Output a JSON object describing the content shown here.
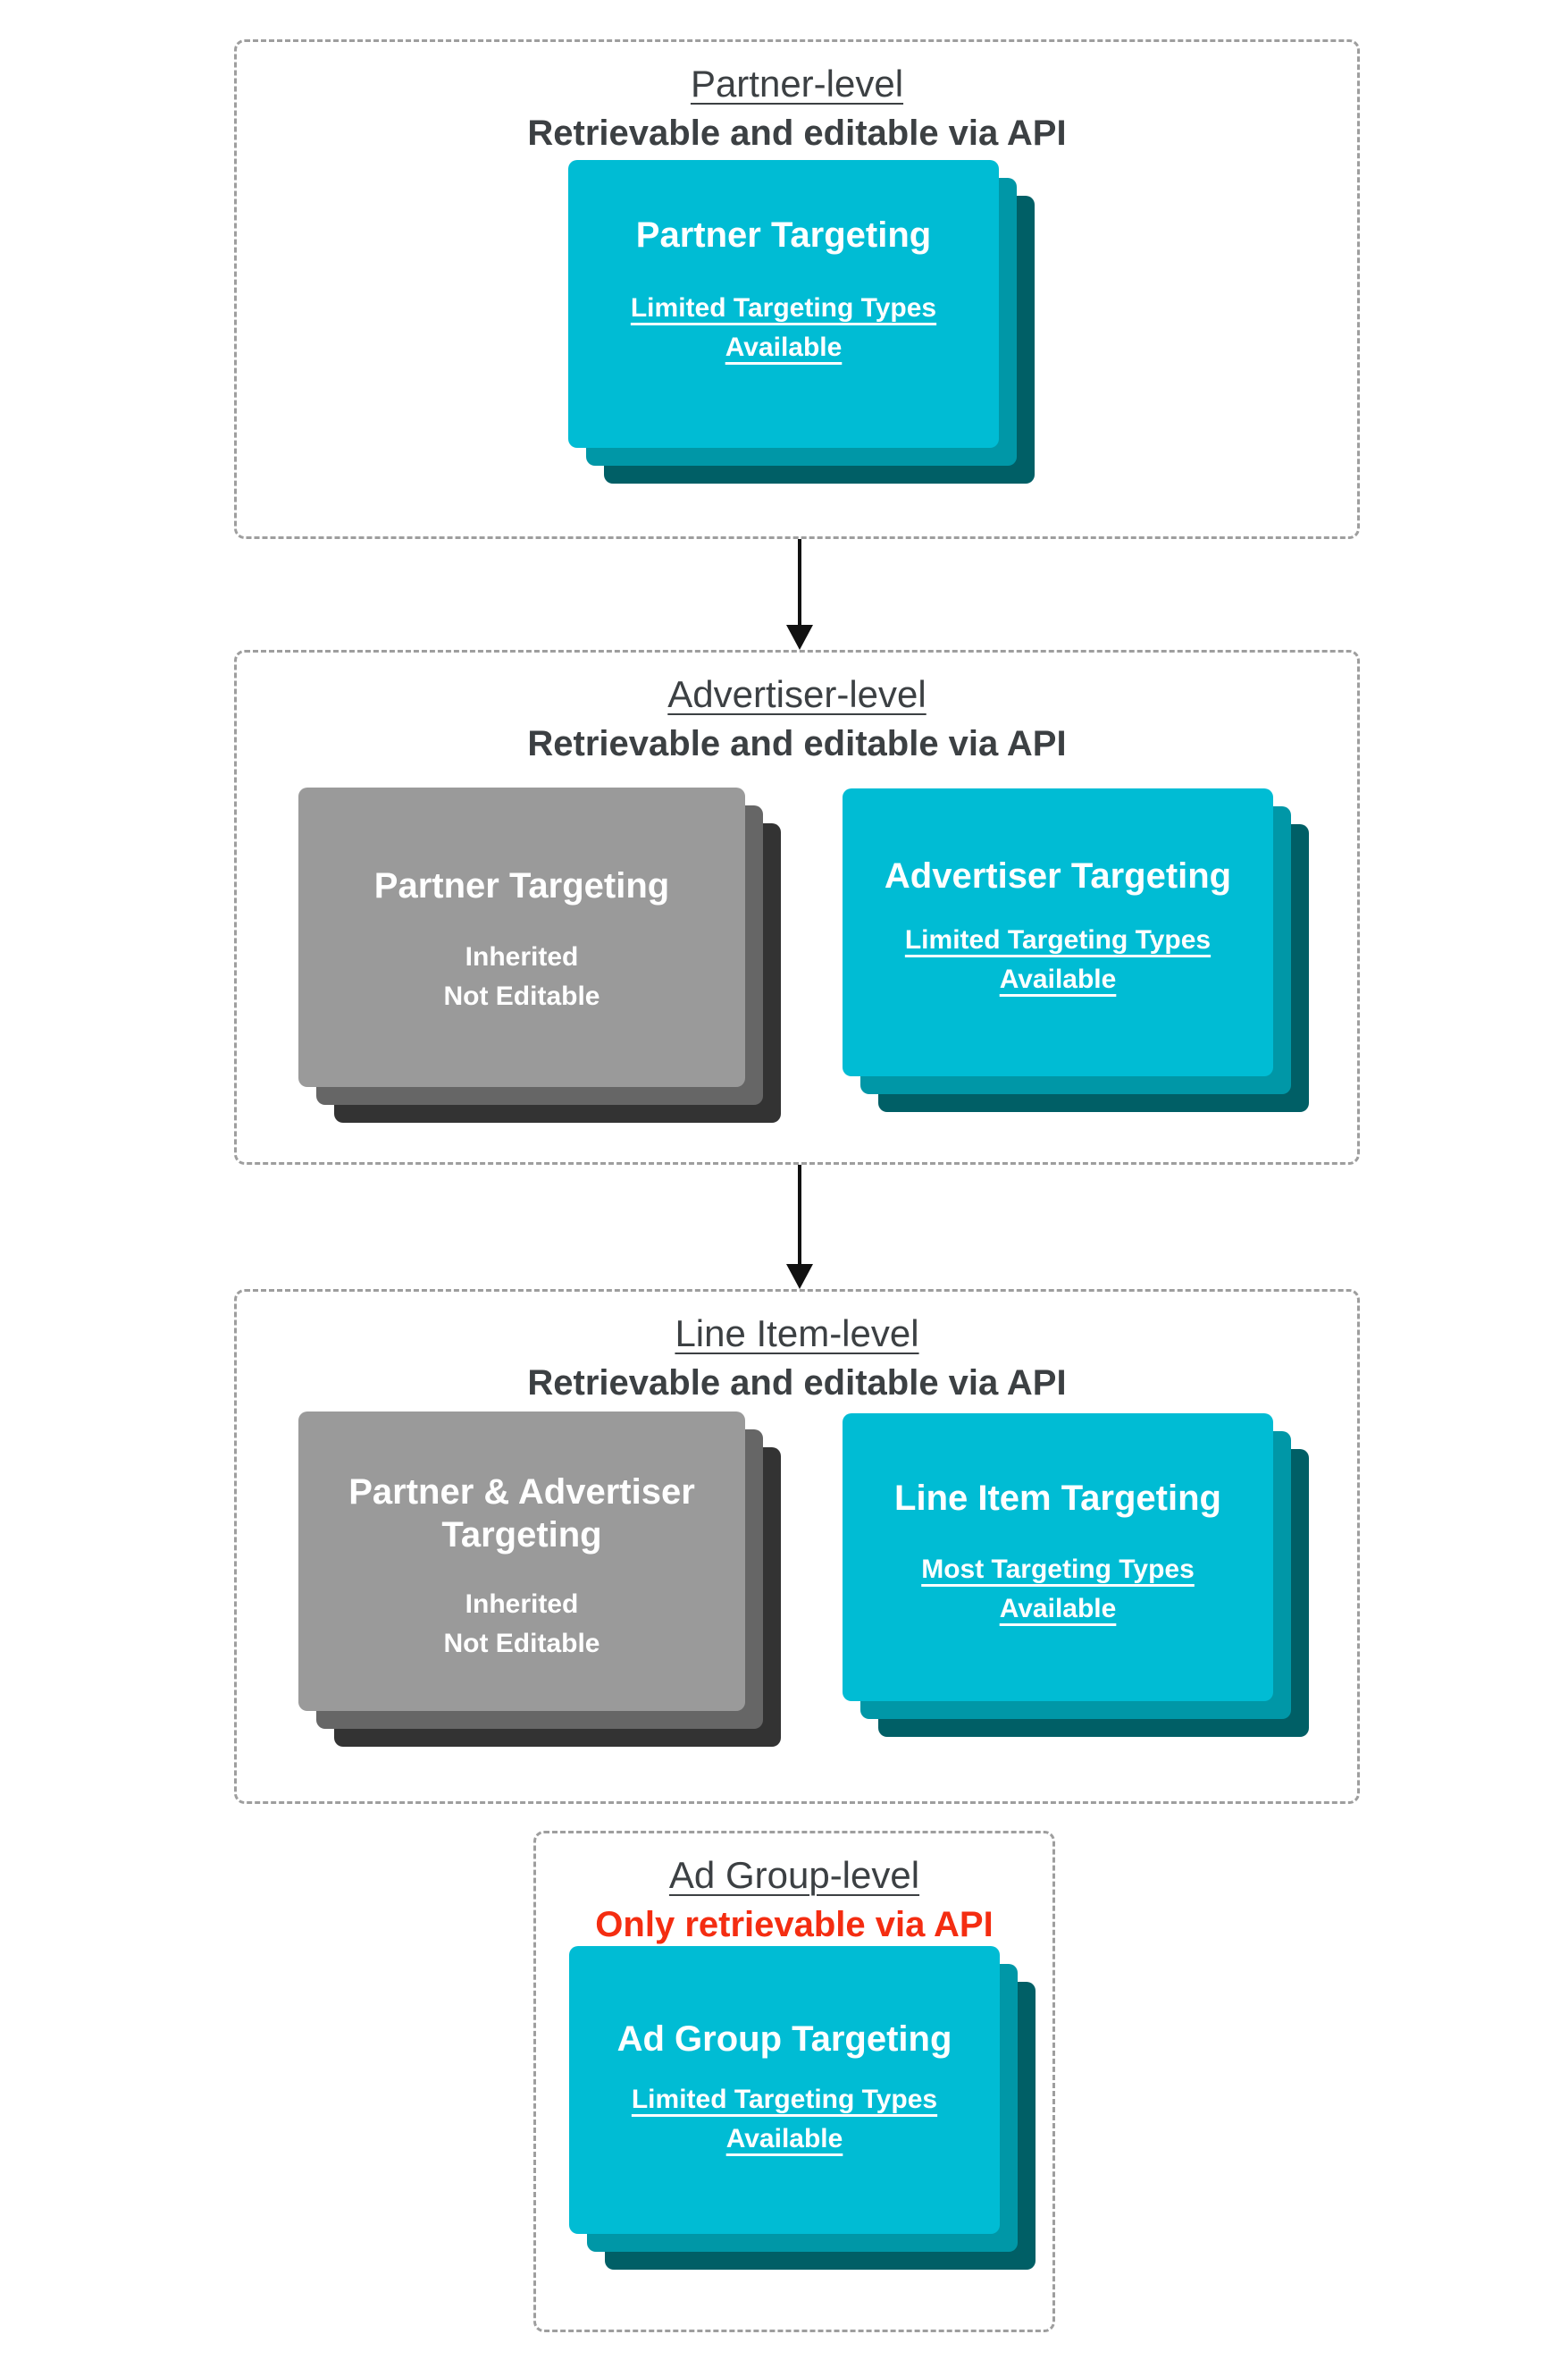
{
  "colors": {
    "teal_card": "#00bcd4",
    "teal_shadow_mid": "#0097a7",
    "teal_shadow_dark": "#005f66",
    "gray_card": "#9a9a9a",
    "gray_shadow_mid": "#666666",
    "gray_shadow_dark": "#333333",
    "heading_text": "#3c4043",
    "alert_red": "#f42d11",
    "dashed_border": "#9e9e9e",
    "card_text": "#ffffff",
    "arrow": "#111111"
  },
  "sections": [
    {
      "title": "Partner-level",
      "subtitle": "Retrievable and editable via API",
      "cards": [
        {
          "style": "teal",
          "heading_lines": [
            "Partner Targeting"
          ],
          "sub_lines": [
            "Limited Targeting Types",
            "Available"
          ],
          "sub_underlined": true
        }
      ]
    },
    {
      "title": "Advertiser-level",
      "subtitle": "Retrievable and editable via API",
      "cards": [
        {
          "style": "gray",
          "heading_lines": [
            "Partner Targeting"
          ],
          "sub_lines": [
            "Inherited",
            "Not Editable"
          ],
          "sub_underlined": false
        },
        {
          "style": "teal",
          "heading_lines": [
            "Advertiser Targeting"
          ],
          "sub_lines": [
            "Limited Targeting Types",
            "Available"
          ],
          "sub_underlined": true
        }
      ]
    },
    {
      "title": "Line Item-level",
      "subtitle": "Retrievable and editable via API",
      "cards": [
        {
          "style": "gray",
          "heading_lines": [
            "Partner & Advertiser",
            "Targeting"
          ],
          "sub_lines": [
            "Inherited",
            "Not Editable"
          ],
          "sub_underlined": false
        },
        {
          "style": "teal",
          "heading_lines": [
            "Line Item Targeting"
          ],
          "sub_lines": [
            "Most Targeting Types",
            "Available"
          ],
          "sub_underlined": true
        }
      ]
    },
    {
      "title": "Ad Group-level",
      "subtitle": "Only retrievable via API",
      "cards": [
        {
          "style": "teal",
          "heading_lines": [
            "Ad Group Targeting"
          ],
          "sub_lines": [
            "Limited Targeting Types",
            "Available"
          ],
          "sub_underlined": true
        }
      ]
    }
  ]
}
